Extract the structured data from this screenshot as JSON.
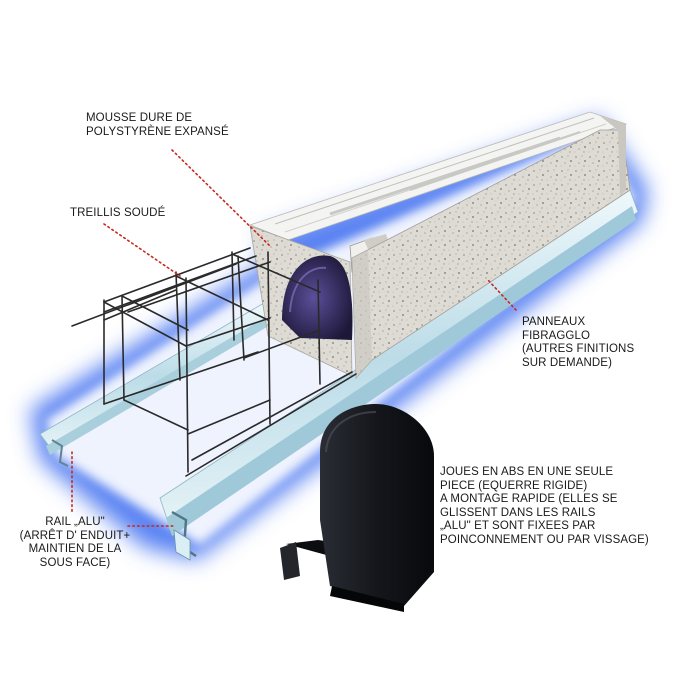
{
  "labels": {
    "foam": {
      "lines": [
        "MOUSSE DURE DE",
        "POLYSTYRÈNE EXPANSÉ"
      ]
    },
    "mesh": {
      "lines": [
        "TREILLIS SOUDÉ"
      ]
    },
    "panels": {
      "lines": [
        "PANNEAUX",
        "FIBRAGGLO",
        "(AUTRES FINITIONS",
        "SUR DEMANDE)"
      ]
    },
    "cheeks": {
      "lines": [
        "JOUES EN ABS EN UNE SEULE",
        "PIECE (EQUERRE RIGIDE)",
        "A MONTAGE RAPIDE (ELLES SE",
        "GLISSENT DANS LES RAILS",
        "„ALU\" ET SONT FIXEES PAR",
        "POINCONNEMENT OU PAR VISSAGE)"
      ]
    },
    "rail": {
      "lines": [
        "RAIL „ALU\"",
        "(ARRÊT D' ENDUIT+",
        "MAINTIEN DE LA",
        "SOUS FACE)"
      ]
    }
  },
  "colors": {
    "leader_dots": "#c8281e",
    "glow": "#2f5fe0",
    "panel": "#dcdad2",
    "foam": "#f3f3f1",
    "abs_cheek": "#16181d",
    "rail": "#cfe6ef"
  }
}
